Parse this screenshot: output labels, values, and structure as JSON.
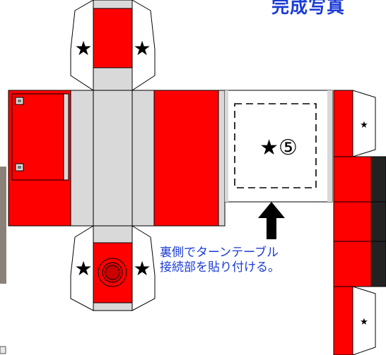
{
  "header": {
    "title": "完成写真"
  },
  "labels": {
    "star": "★",
    "star_five": "★⑤",
    "instruction_line1": "裏側でターンテーブル",
    "instruction_line2": "接続部を貼り付ける。"
  },
  "colors": {
    "red": "#ff0000",
    "gray": "#d9d9d9",
    "black": "#000000",
    "blue": "#1a3bd6"
  }
}
